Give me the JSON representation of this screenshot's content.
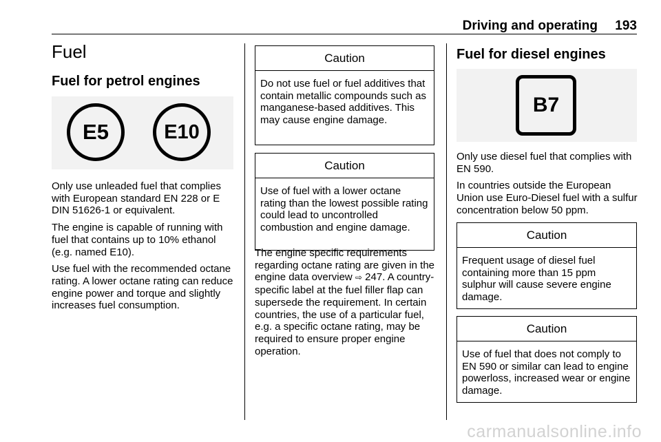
{
  "header": {
    "section": "Driving and operating",
    "page_number": "193"
  },
  "petrol": {
    "heading": "Fuel",
    "subheading": "Fuel for petrol engines",
    "symbols": [
      "E5",
      "E10"
    ],
    "paragraphs": [
      "Only use unleaded fuel that complies with European standard EN 228 or E DIN 51626-1 or equivalent.",
      "The engine is capable of running with fuel that contains up to 10% ethanol (e.g. named E10).",
      "Use fuel with the recommended octane rating. A lower octane rating can reduce engine power and torque and slightly increases fuel consumption."
    ]
  },
  "middle": {
    "cautions": [
      {
        "title": "Caution",
        "text": "Do not use fuel or fuel additives that contain metallic compounds such as manganese-based additives. This may cause engine damage."
      },
      {
        "title": "Caution",
        "text": "Use of fuel with a lower octane rating than the lowest possible rating could lead to uncontrolled combustion and engine damage."
      }
    ],
    "paragraph_before_ref": "The engine specific requirements regarding octane rating are given in the engine data overview",
    "ref_arrow": "⇨",
    "ref_page": "247",
    "paragraph_after_ref": ". A country-specific label at the fuel filler flap can supersede the requirement. In certain countries, the use of a particular fuel, e.g. a specific octane rating, may be required to ensure proper engine operation."
  },
  "diesel": {
    "heading": "Fuel for diesel engines",
    "symbol": "B7",
    "paragraphs": [
      "Only use diesel fuel that complies with EN 590.",
      "In countries outside the European Union use Euro-Diesel fuel with a sulfur concentration below 50 ppm."
    ],
    "cautions": [
      {
        "title": "Caution",
        "text": "Frequent usage of diesel fuel containing more than 15 ppm sulphur will cause severe engine damage."
      },
      {
        "title": "Caution",
        "text": "Use of fuel that does not comply to EN 590 or similar can lead to engine powerloss, increased wear or engine damage."
      }
    ]
  },
  "watermark": "carmanualsonline.info"
}
